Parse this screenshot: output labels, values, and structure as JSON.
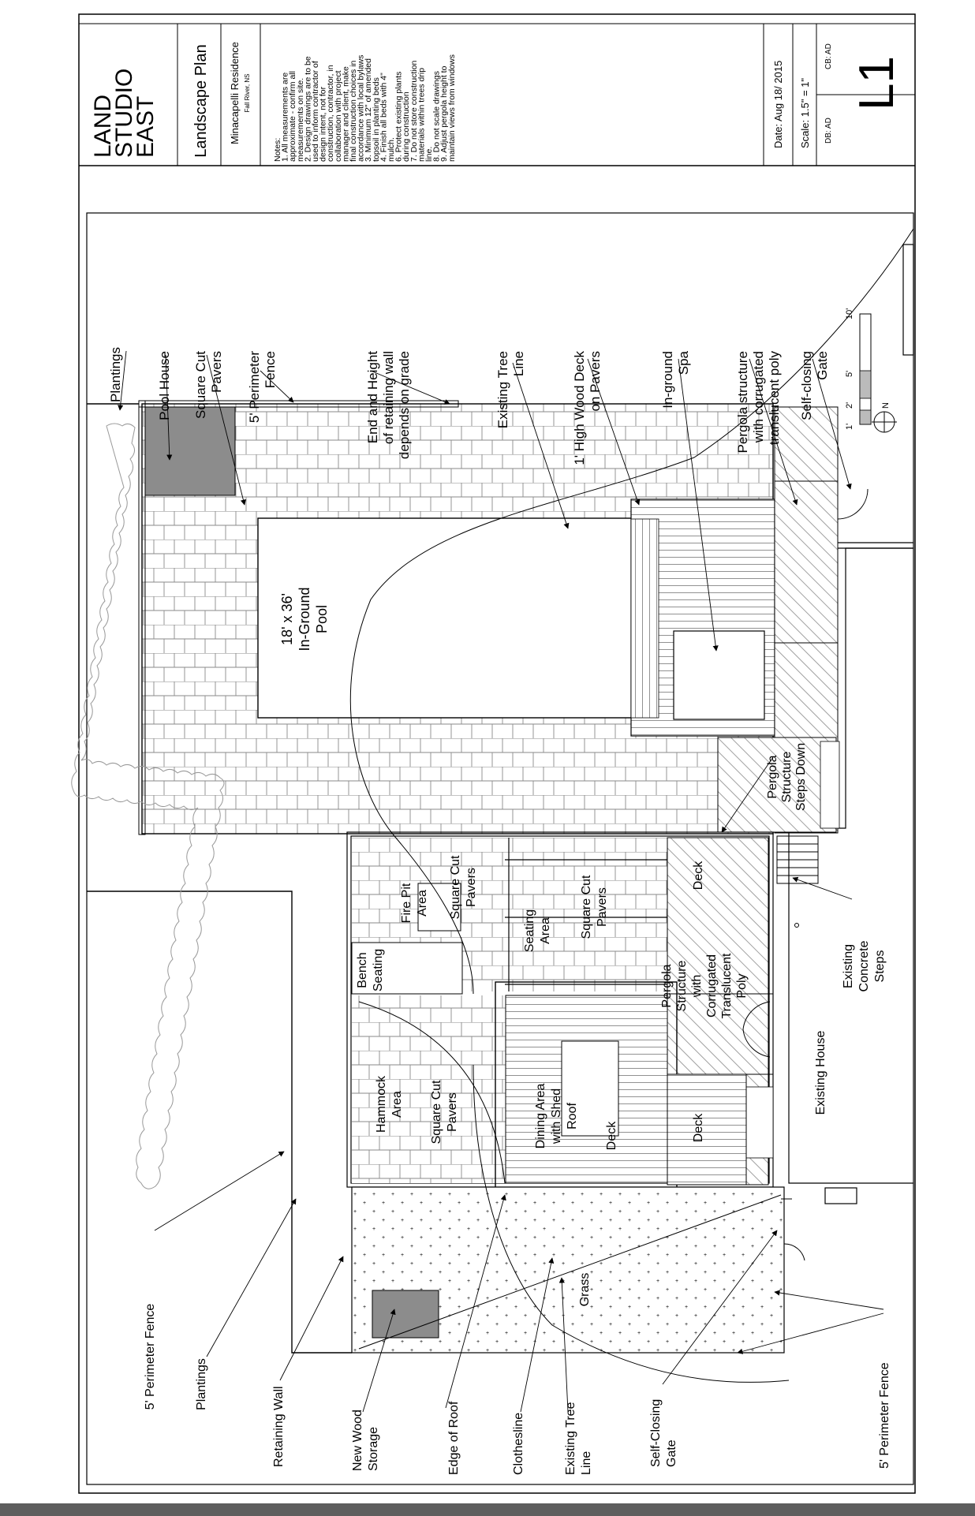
{
  "title_block": {
    "firm": [
      "LAND",
      "STUDIO",
      "EAST"
    ],
    "sheet_title": "Landscape Plan",
    "project": "Minacapelli Residence",
    "location": "Fall River, NS",
    "notes": [
      "Notes:",
      "1. All measurements are",
      "approximate - confirm all",
      "measurements on site.",
      "2. Design drawings are to be",
      "used to inform contractor of",
      "design intent, not for",
      "construction, contractor, in",
      "collaboration with project",
      "manager and client, make",
      "final construction choices in",
      "accordance with local bylaws",
      "3. Minimum 12\" of amended",
      "topsoil in planting beds",
      "4. Finish all beds with 4\"",
      "mulch.",
      "6. Protect existing plants",
      "during construction",
      "7. Do not store construction",
      "materials within trees drip",
      "line.",
      "8. Do not scale drawings",
      "9. Adjust pergola height to",
      "maintain views from windows"
    ],
    "date": "Date: Aug 18/ 2015",
    "scale": "Scale: 1.5\" = 1\"",
    "drawn_by": "DB: AD",
    "checked_by": "CB: AD",
    "sheet_number": "L1"
  },
  "scale_bar": {
    "ticks": [
      "1'",
      "2'",
      "5'",
      "10'"
    ],
    "north": "N"
  },
  "labels": {
    "plantings_top": [
      "Plantings"
    ],
    "pool_house": [
      "Pool House"
    ],
    "square_cut_pavers_top": [
      "Square Cut",
      "Pavers"
    ],
    "perimeter_fence_top": [
      "5' Perimeter",
      "Fence"
    ],
    "retaining_wall_note": [
      "End and Height",
      "of retaining wall",
      "depends on grade"
    ],
    "existing_tree_line_top": [
      "Existing Tree",
      "Line"
    ],
    "wood_deck": [
      "1' High Wood Deck",
      "on Pavers"
    ],
    "spa": [
      "In-ground",
      "Spa"
    ],
    "pergola_poly": [
      "Pergola structure",
      "with corrugated",
      "translucent poly"
    ],
    "self_closing_gate_top": [
      "Self-closing",
      "Gate"
    ],
    "pool": [
      "18' x 36'",
      "In-Ground",
      "Pool"
    ],
    "pergola_steps": [
      "Pergola",
      "Structure",
      "Steps Down"
    ],
    "fire_pit": [
      "Fire Pit",
      "Area"
    ],
    "square_cut_pavers_fire": [
      "Square Cut",
      "Pavers"
    ],
    "bench": [
      "Bench",
      "Seating"
    ],
    "seating": [
      "Seating",
      "Area"
    ],
    "square_cut_pavers_mid": [
      "Square Cut",
      "Pavers"
    ],
    "deck_mid": [
      "Deck"
    ],
    "pergola_corrugated": [
      "Pergola",
      "Structure",
      "with",
      "Corrugated",
      "Translucent",
      "Poly"
    ],
    "existing_concrete_steps": [
      "Existing",
      "Concrete",
      "Steps"
    ],
    "hammock": [
      "Hammock",
      "Area"
    ],
    "square_cut_pavers_hammock": [
      "Square Cut",
      "Pavers"
    ],
    "dining": [
      "Dining Area",
      "with Shed",
      "Roof"
    ],
    "deck_dining": [
      "Deck"
    ],
    "deck_lower": [
      "Deck"
    ],
    "existing_house": [
      "Existing House"
    ],
    "grass": [
      "Grass"
    ],
    "perimeter_fence_left": [
      "5' Perimeter Fence"
    ],
    "plantings_left": [
      "Plantings"
    ],
    "retaining_wall": [
      "Retaining Wall"
    ],
    "wood_storage": [
      "New Wood",
      "Storage"
    ],
    "edge_of_roof": [
      "Edge of Roof"
    ],
    "clothesline": [
      "Clothesline"
    ],
    "existing_tree_line_bottom": [
      "Existing Tree",
      "Line"
    ],
    "self_closing_gate_bottom": [
      "Self-Closing",
      "Gate"
    ],
    "perimeter_fence_bottom": [
      "5' Perimeter Fence"
    ]
  }
}
